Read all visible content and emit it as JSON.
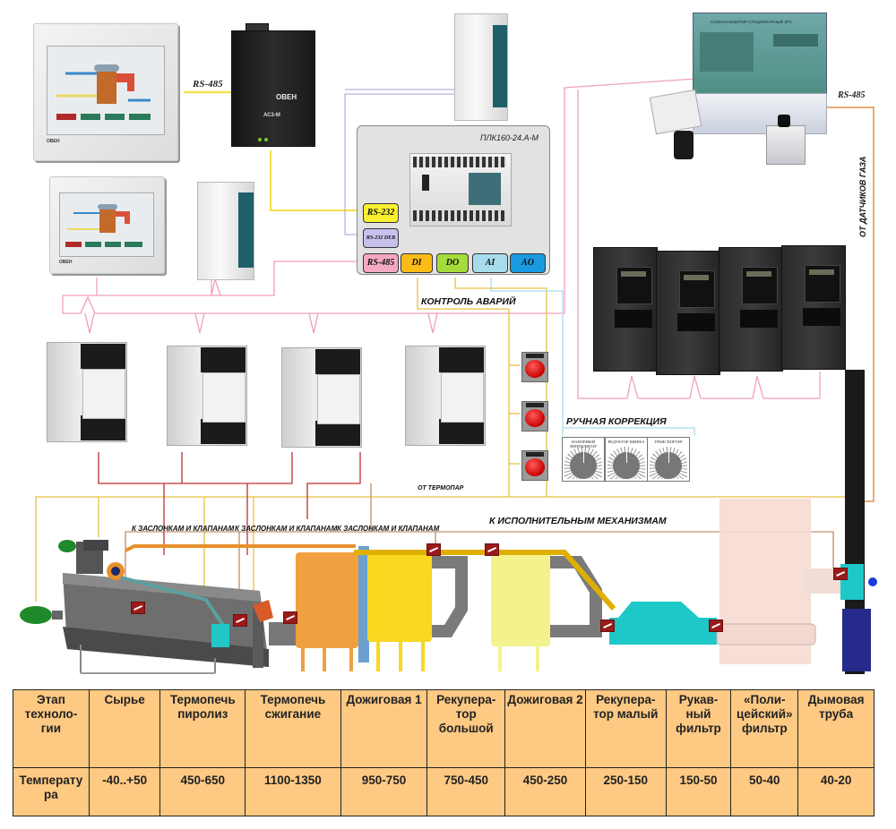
{
  "labels": {
    "rs485_top": "RS-485",
    "rs485_right": "RS-485",
    "plc_model": "ПЛК160-24.А-М",
    "alarm_control": "КОНТРОЛЬ АВАРИЙ",
    "manual_correction": "РУЧНАЯ КОРРЕКЦИЯ",
    "from_thermocouples": "ОТ ТЕРМОПАР",
    "to_actuators": "К ИСПОЛНИТЕЛЬНЫМ МЕХАНИЗМАМ",
    "to_dampers": [
      "К ЗАСЛОНКАМ И КЛАПАНАМ",
      "К ЗАСЛОНКАМ И КЛАПАНАМ",
      "К ЗАСЛОНКАМ И КЛАПАНАМ"
    ],
    "from_gas_sensors": "ОТ ДАТЧИКОВ ГАЗА"
  },
  "plc_ports": {
    "rs232": "RS-232",
    "rs232_deb": "RS-232 DEB",
    "rs485": "RS-485",
    "di": "DI",
    "do": "DO",
    "ai": "AI",
    "ao": "AO"
  },
  "devices": {
    "converter": "АС3-М",
    "converter_brand": "ОВЕН",
    "hmi_brand": "ОВЕН",
    "gas_analyzer_title": "ГАЗОАНАЛИЗАТОР СТАЦИОНАРНЫЙ ЭГС"
  },
  "knobs": [
    "НАПОРНЫЙ ВЕНТИЛЯТОР",
    "РЕДУКТОР ШНЕКА",
    "ТРАНСПОРТЕР"
  ],
  "colors": {
    "rs485_line": "#f0a0b8",
    "rs232_line": "#f2e14a",
    "deb_line": "#b8b0e0",
    "alarm_line": "#e8c040",
    "ai_line": "#a8dcec",
    "relay_line": "#c03030",
    "actuator_line": "#b07850",
    "gas_line": "#e09040",
    "table_bg": "#fdc983"
  },
  "table": {
    "header": [
      "Этап техноло-гии",
      "Сырье",
      "Термопечь пиролиз",
      "Термопечь сжигание",
      "Дожиговая 1",
      "Рекупера-тор большой",
      "Дожиговая 2",
      "Рекупера-тор малый",
      "Рукав-ный фильтр",
      "«Поли-цейский» фильтр",
      "Дымовая труба"
    ],
    "row": [
      "Температу ра",
      "-40..+50",
      "450-650",
      "1100-1350",
      "950-750",
      "750-450",
      "450-250",
      "250-150",
      "150-50",
      "50-40",
      "40-20"
    ]
  }
}
